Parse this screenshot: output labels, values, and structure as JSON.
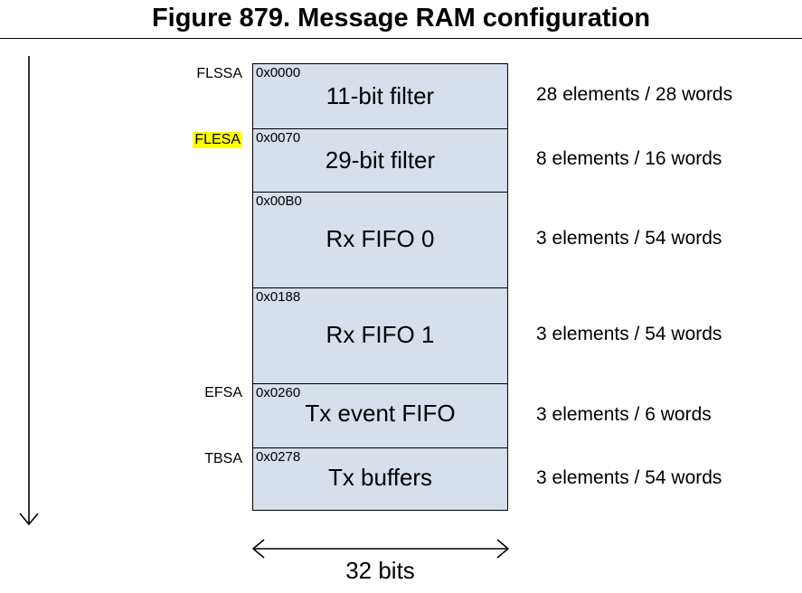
{
  "title": "Figure 879. Message RAM configuration",
  "blocks": [
    {
      "label": "FLSSA",
      "highlight": false,
      "address": "0x0000",
      "name": "11-bit filter",
      "description": "28 elements / 28 words"
    },
    {
      "label": "FLESA",
      "highlight": true,
      "address": "0x0070",
      "name": "29-bit filter",
      "description": "8 elements / 16 words"
    },
    {
      "label": "",
      "highlight": false,
      "address": "0x00B0",
      "name": "Rx FIFO 0",
      "description": "3 elements / 54 words"
    },
    {
      "label": "",
      "highlight": false,
      "address": "0x0188",
      "name": "Rx FIFO 1",
      "description": "3 elements / 54 words"
    },
    {
      "label": "EFSA",
      "highlight": false,
      "address": "0x0260",
      "name": "Tx event FIFO",
      "description": "3 elements / 6 words"
    },
    {
      "label": "TBSA",
      "highlight": false,
      "address": "0x0278",
      "name": "Tx buffers",
      "description": "3 elements / 54 words"
    }
  ],
  "width_label": "32 bits",
  "colors": {
    "block_fill": "#d6dfea",
    "highlight": "#ffff00"
  }
}
